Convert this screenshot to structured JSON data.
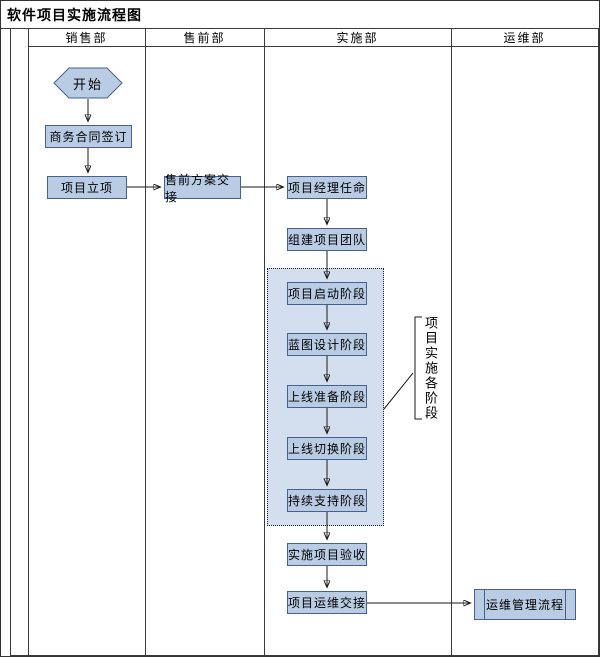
{
  "title": "软件项目实施流程图",
  "lanes": [
    {
      "label": "销售部"
    },
    {
      "label": "售前部"
    },
    {
      "label": "实施部"
    },
    {
      "label": "运维部"
    }
  ],
  "nodes": [
    {
      "id": "start",
      "label": "开始",
      "shape": "hexagon",
      "lane": "销售部"
    },
    {
      "id": "contract-signing",
      "label": "商务合同签订",
      "shape": "process",
      "lane": "销售部"
    },
    {
      "id": "project-initiation",
      "label": "项目立项",
      "shape": "process",
      "lane": "销售部"
    },
    {
      "id": "presales-handover",
      "label": "售前方案交接",
      "shape": "process",
      "lane": "售前部"
    },
    {
      "id": "pm-appointment",
      "label": "项目经理任命",
      "shape": "process",
      "lane": "实施部"
    },
    {
      "id": "team-building",
      "label": "组建项目团队",
      "shape": "process",
      "lane": "实施部"
    },
    {
      "id": "startup-phase",
      "label": "项目启动阶段",
      "shape": "process",
      "lane": "实施部",
      "group": "phase-group"
    },
    {
      "id": "blueprint-phase",
      "label": "蓝图设计阶段",
      "shape": "process",
      "lane": "实施部",
      "group": "phase-group"
    },
    {
      "id": "golive-prep-phase",
      "label": "上线准备阶段",
      "shape": "process",
      "lane": "实施部",
      "group": "phase-group"
    },
    {
      "id": "golive-switch-phase",
      "label": "上线切换阶段",
      "shape": "process",
      "lane": "实施部",
      "group": "phase-group"
    },
    {
      "id": "support-phase",
      "label": "持续支持阶段",
      "shape": "process",
      "lane": "实施部",
      "group": "phase-group"
    },
    {
      "id": "acceptance",
      "label": "实施项目验收",
      "shape": "process",
      "lane": "实施部"
    },
    {
      "id": "om-handover",
      "label": "项目运维交接",
      "shape": "process",
      "lane": "实施部"
    },
    {
      "id": "om-process",
      "label": "运维管理流程",
      "shape": "predefined-process",
      "lane": "运维部"
    }
  ],
  "edges": [
    {
      "from": "start",
      "to": "contract-signing"
    },
    {
      "from": "contract-signing",
      "to": "project-initiation"
    },
    {
      "from": "project-initiation",
      "to": "presales-handover"
    },
    {
      "from": "presales-handover",
      "to": "pm-appointment"
    },
    {
      "from": "pm-appointment",
      "to": "team-building"
    },
    {
      "from": "team-building",
      "to": "startup-phase"
    },
    {
      "from": "startup-phase",
      "to": "blueprint-phase"
    },
    {
      "from": "blueprint-phase",
      "to": "golive-prep-phase"
    },
    {
      "from": "golive-prep-phase",
      "to": "golive-switch-phase"
    },
    {
      "from": "golive-switch-phase",
      "to": "support-phase"
    },
    {
      "from": "support-phase",
      "to": "acceptance"
    },
    {
      "from": "acceptance",
      "to": "om-handover"
    },
    {
      "from": "om-handover",
      "to": "om-process"
    }
  ],
  "annotation": {
    "label": "项目实施各阶段",
    "target": "phase-group"
  },
  "colors": {
    "node_fill": "#b9cce4",
    "node_border": "#44618f",
    "group_fill": "#d3dfee",
    "grid_line": "#3a3a3a",
    "arrow": "#1a1a1a",
    "background": "#ffffff"
  }
}
